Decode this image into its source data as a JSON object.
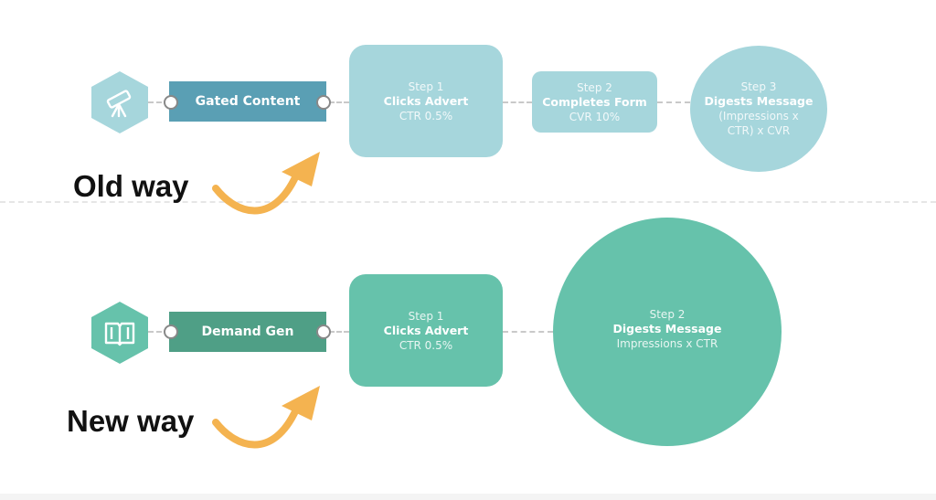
{
  "colors": {
    "old_light": "#a6d6dc",
    "old_dark": "#5a9fb4",
    "new_light": "#66c2ab",
    "new_dark": "#4f9f86",
    "arrow": "#f4b350"
  },
  "old_way": {
    "caption": "Old way",
    "icon": "telescope-icon",
    "label": "Gated Content",
    "step1": {
      "title": "Step 1",
      "name": "Clicks Advert",
      "metric": "CTR 0.5%"
    },
    "step2": {
      "title": "Step 2",
      "name": "Completes Form",
      "metric": "CVR 10%"
    },
    "step3": {
      "title": "Step 3",
      "name": "Digests Message",
      "metric_line1": "(Impressions x",
      "metric_line2": "CTR) x CVR"
    }
  },
  "new_way": {
    "caption": "New way",
    "icon": "book-icon",
    "label": "Demand Gen",
    "step1": {
      "title": "Step 1",
      "name": "Clicks Advert",
      "metric": "CTR 0.5%"
    },
    "step2": {
      "title": "Step 2",
      "name": "Digests Message",
      "metric": "Impressions x CTR"
    }
  }
}
